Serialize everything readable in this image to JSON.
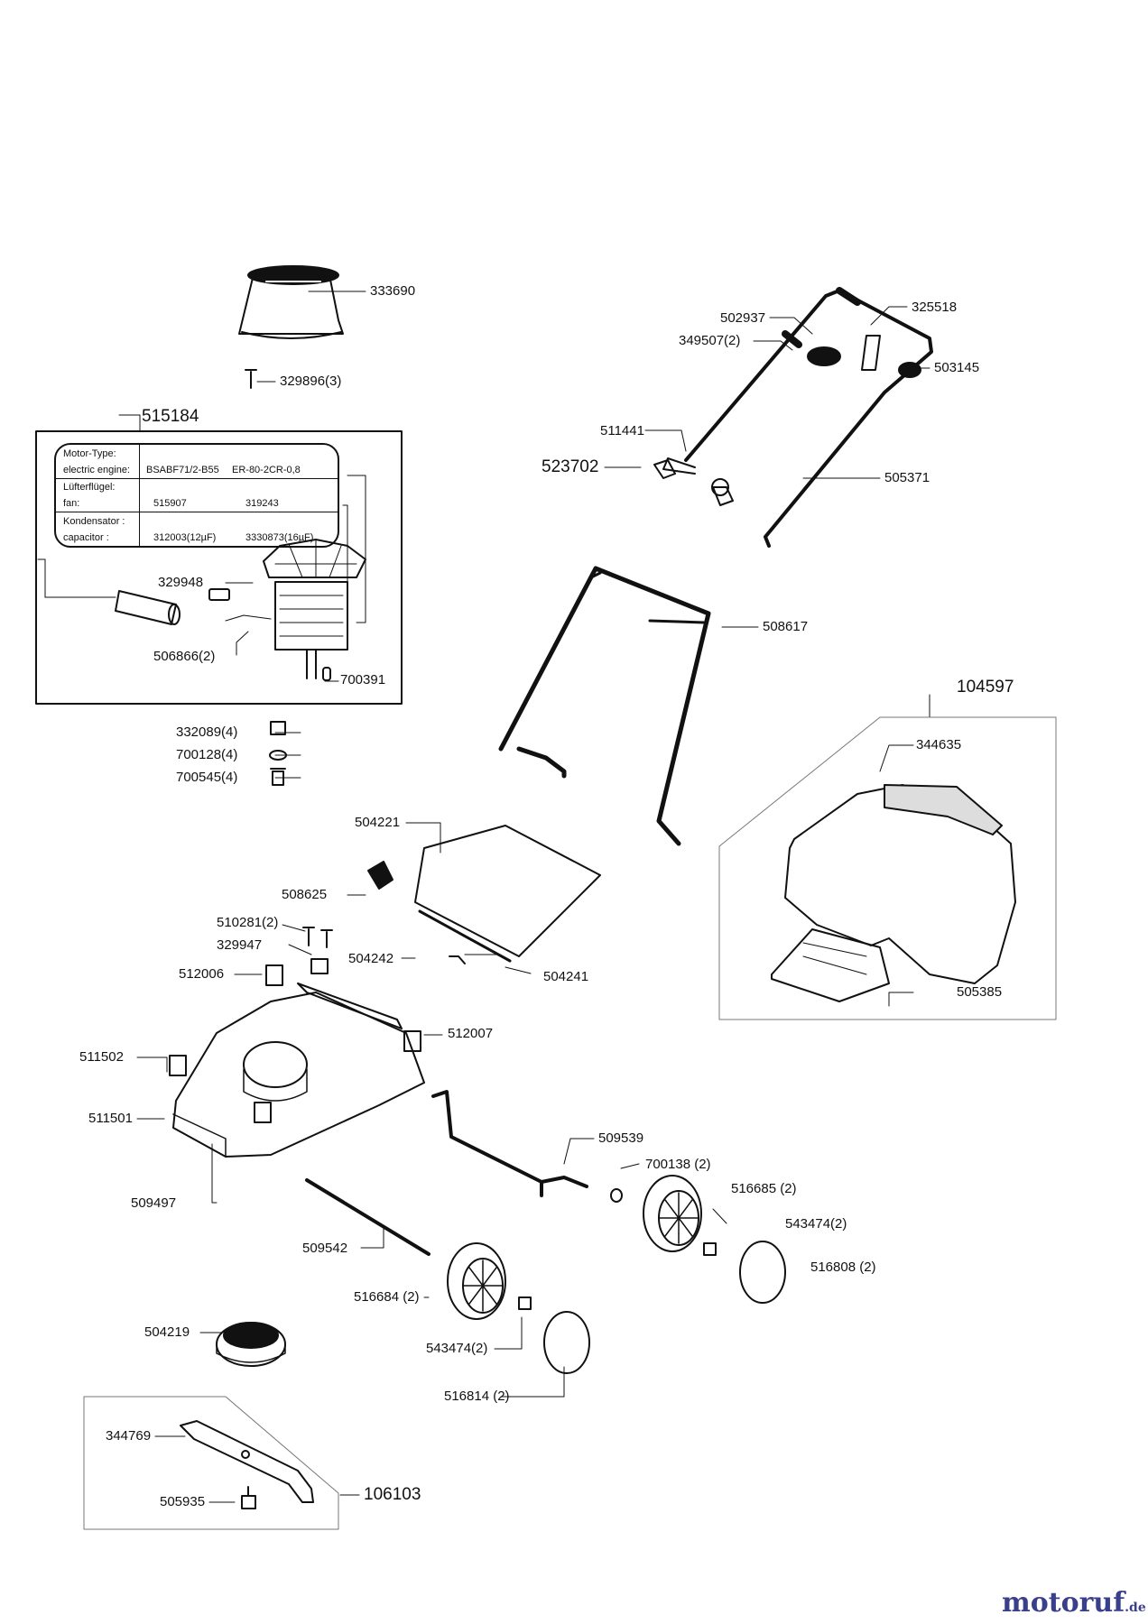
{
  "diagram": {
    "brand": {
      "name": "motoruf",
      "tld": ".de"
    },
    "motor_table": {
      "rows": [
        {
          "label_1": "Motor-Type:",
          "label_2": "electric engine:",
          "value_1": "BSABF71/2-B55",
          "value_2": "ER-80-2CR-0,8"
        },
        {
          "label_1": "Lüfterflügel:",
          "label_2": "fan:",
          "value_1": "515907",
          "value_2": "319243"
        },
        {
          "label_1": "Kondensator :",
          "label_2": "capacitor :",
          "value_1": "312003(12µF)",
          "value_2": "3330873(16µF)"
        }
      ]
    },
    "parts": {
      "p333690": "333690",
      "p329896": "329896(3)",
      "p515184": "515184",
      "p329948": "329948",
      "p506866": "506866(2)",
      "p700391": "700391",
      "p502937": "502937",
      "p349507": "349507(2)",
      "p325518": "325518",
      "p503145": "503145",
      "p511441": "511441",
      "p523702": "523702",
      "p505371": "505371",
      "p508617": "508617",
      "p104597": "104597",
      "p344635": "344635",
      "p332089": "332089(4)",
      "p700128": "700128(4)",
      "p700545": "700545(4)",
      "p504221": "504221",
      "p508625": "508625",
      "p510281": "510281(2)",
      "p329947": "329947",
      "p504242": "504242",
      "p504241": "504241",
      "p505385": "505385",
      "p512006": "512006",
      "p512007": "512007",
      "p511502": "511502",
      "p511501": "511501",
      "p509539": "509539",
      "p700138": "700138 (2)",
      "p516685": "516685 (2)",
      "p509497": "509497",
      "p543474a": "543474(2)",
      "p509542": "509542",
      "p516808": "516808 (2)",
      "p516684": "516684 (2)",
      "p504219": "504219",
      "p543474b": "543474(2)",
      "p516814": "516814 (2)",
      "p344769": "344769",
      "p106103": "106103",
      "p505935": "505935"
    }
  }
}
